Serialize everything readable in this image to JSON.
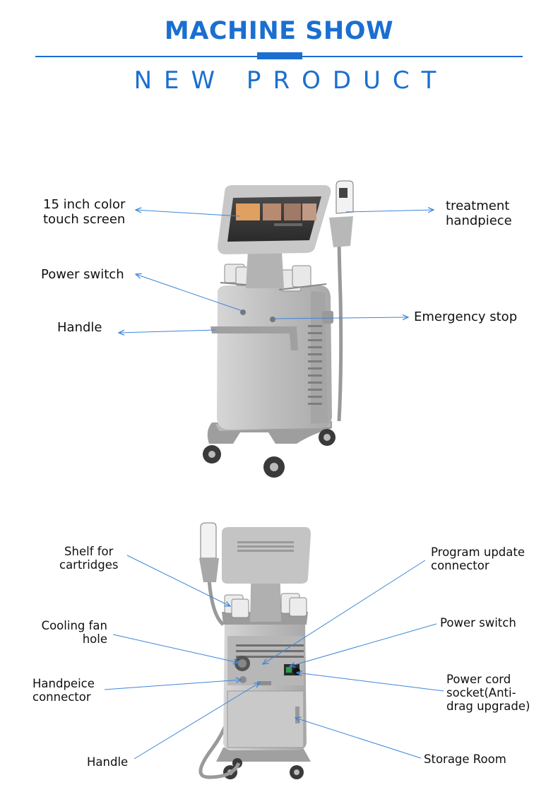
{
  "header": {
    "title": "MACHINE SHOW",
    "subtitle": "NEW PRODUCT"
  },
  "colors": {
    "accent": "#1a6fd0",
    "arrow": "#3d86d8",
    "machine_body": "#c4c4c4",
    "machine_dark": "#8a8a8a"
  },
  "front_view": {
    "labels": {
      "screen": [
        "15 inch color",
        "touch screen"
      ],
      "handpiece": [
        "treatment",
        "handpiece"
      ],
      "power_switch": "Power switch",
      "handle": "Handle",
      "emergency_stop": "Emergency stop"
    }
  },
  "back_view": {
    "labels": {
      "shelf": [
        "Shelf for",
        "cartridges"
      ],
      "program_update": [
        "Program update",
        "connector"
      ],
      "cooling_fan": [
        "Cooling fan",
        "hole"
      ],
      "power_switch": "Power switch",
      "handpiece_connector": [
        "Handpeice",
        "connector"
      ],
      "power_cord": [
        "Power cord",
        "socket(Anti-",
        "drag upgrade)"
      ],
      "handle": "Handle",
      "storage": "Storage Room"
    }
  }
}
